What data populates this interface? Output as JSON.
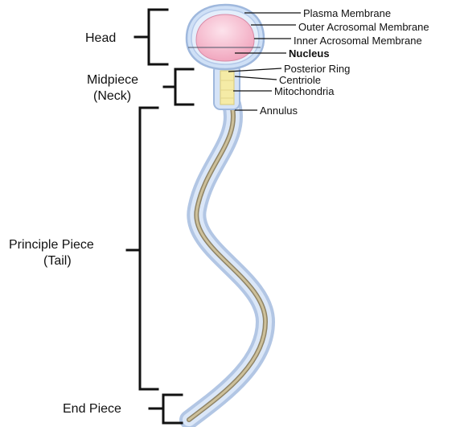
{
  "segments": {
    "head": "Head",
    "midpiece_1": "Midpiece",
    "midpiece_2": "(Neck)",
    "principal_1": "Principle Piece",
    "principal_2": "(Tail)",
    "end_piece": "End Piece"
  },
  "structures": {
    "plasma_membrane": "Plasma Membrane",
    "outer_acrosomal": "Outer Acrosomal Membrane",
    "inner_acrosomal": "Inner Acrosomal Membrane",
    "nucleus": "Nucleus",
    "posterior_ring": "Posterior Ring",
    "centriole": "Centriole",
    "mitochondria": "Mitochondria",
    "annulus": "Annulus"
  },
  "colors": {
    "membrane": "#bcd3f2",
    "membrane_edge": "#9fb8dd",
    "nucleus": "#f2a9c0",
    "midpiece": "#f5eba6",
    "axoneme": "#b8ab86",
    "bracket": "#111111"
  }
}
